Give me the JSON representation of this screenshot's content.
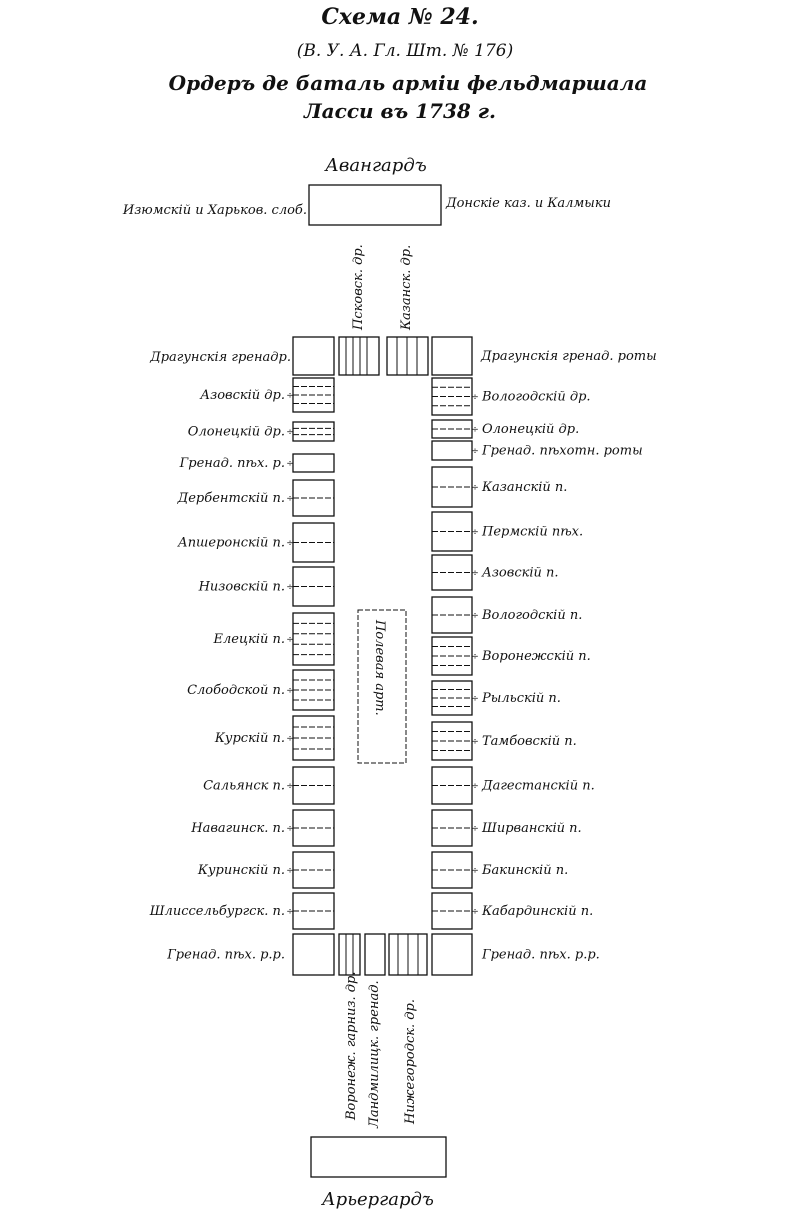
{
  "title": {
    "scheme": "Схема № 24.",
    "source": "(В. У. А. Гл. Шт. № 176)",
    "line1": "Ордеръ де баталь арміи фельдмаршала",
    "line2": "Ласси въ 1738 г."
  },
  "vanguard": {
    "title": "Авангардъ",
    "left": "Изюмскій и Харьков. слоб.",
    "right": "Донскіе каз. и Калмыки"
  },
  "front": {
    "left": "Драгунскія гренадр.",
    "right": "Драгунскія гренад. роты",
    "col1": "Псковск. др.",
    "col2": "Казанск. др."
  },
  "left_units": [
    "Азовскій др.",
    "Олонецкій др.",
    "Гренад. пѣх. р.",
    "Дербентскій п.",
    "Апшеронскій п.",
    "Низовскій п.",
    "Елецкій п.",
    "Слободской п.",
    "Курскій п.",
    "Сальянск п.",
    "Навагинск. п.",
    "Куринскій п.",
    "Шлиссельбургск. п.",
    "Гренад. пѣх. р.р."
  ],
  "right_units": [
    "Вологодскій др.",
    "Олонецкій др.",
    "Гренад. пѣхотн. роты",
    "Казанскій п.",
    "Пермскій пѣх.",
    "Азовскій п.",
    "Вологодскій п.",
    "Воронежскій п.",
    "Рыльскій п.",
    "Тамбовскій п.",
    "Дагестанскій п.",
    "Ширванскій п.",
    "Бакинскій п.",
    "Кабардинскій п.",
    "Гренад. пѣх. р.р."
  ],
  "center": "Полевая арт.",
  "rear": {
    "col1": "Воронеж. гарниз. др.",
    "col2": "Ландмилицк. гренад.",
    "col3": "Нижегородск. др.",
    "title": "Арьергардъ"
  }
}
